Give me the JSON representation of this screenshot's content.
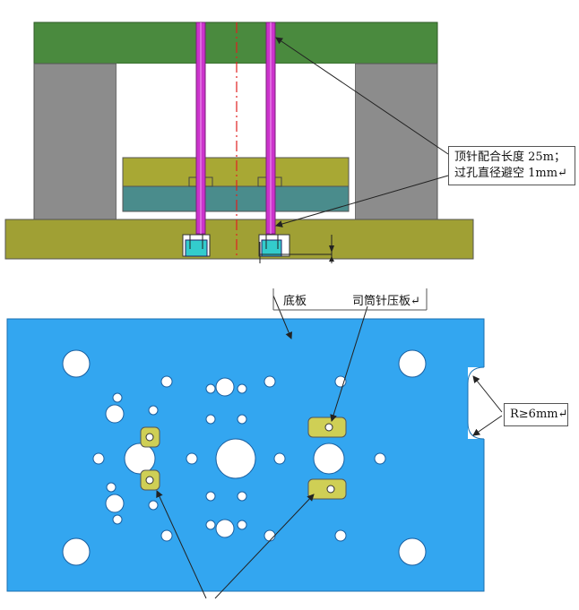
{
  "top_view": {
    "callout_line1": "顶针配合长度 25m；",
    "callout_line2": "过孔直径避空 1mm↵"
  },
  "bottom_view": {
    "label_bottom_plate": "底板",
    "label_sleeve_plate": "司筒针压板↵",
    "label_radius": "R≥6mm↵"
  },
  "colors": {
    "top_plate": "#4a8a3e",
    "side_column": "#8c8c8c",
    "base_plate": "#a0a034",
    "ejector_plate_top": "#a8a834",
    "ejector_plate_bottom": "#4a8c8c",
    "pin": "#cc33cc",
    "sleeve": "#33cccc",
    "plate_blue": "#33a6f0",
    "hole": "#ffffff",
    "pad": "#cfcf55",
    "centerline": "#e02020"
  }
}
